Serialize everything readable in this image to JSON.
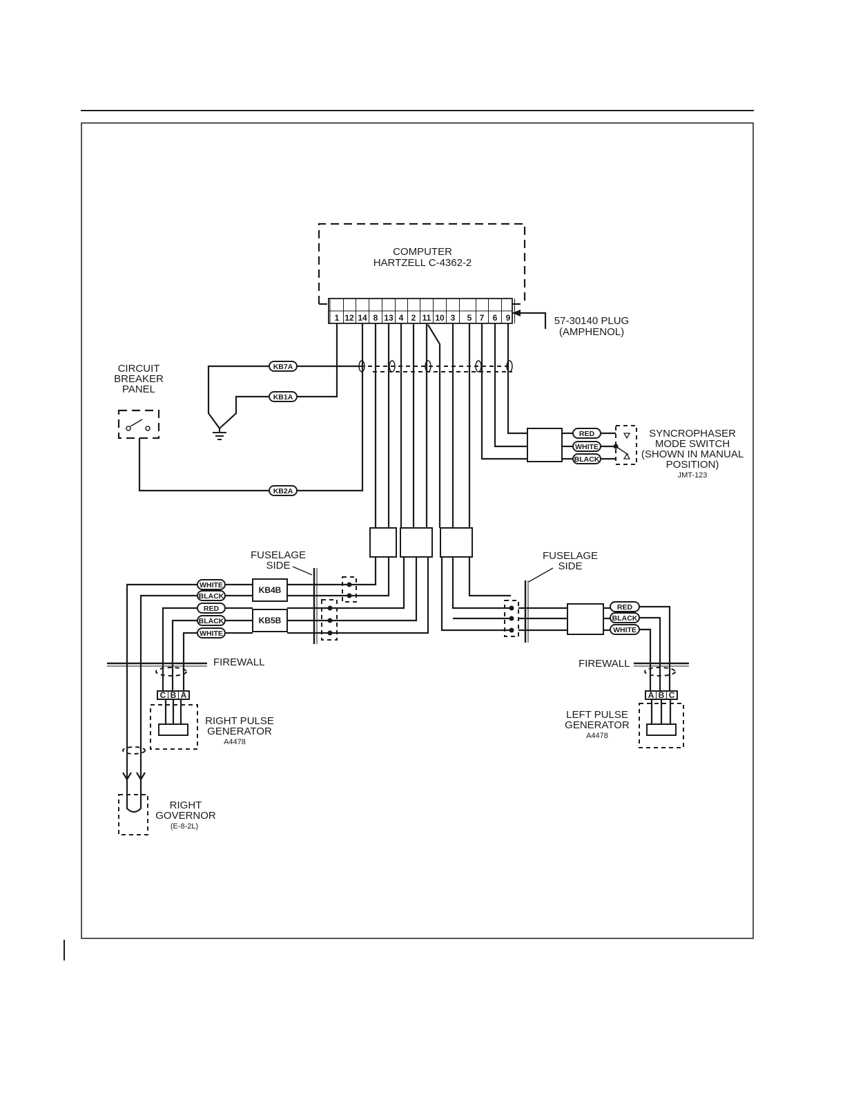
{
  "computer": {
    "line1": "COMPUTER",
    "line2": "HARTZELL C-4362-2"
  },
  "plug": {
    "line1": "57-30140 PLUG",
    "line2": "(AMPHENOL)",
    "pins": [
      "1",
      "12",
      "14",
      "8",
      "13",
      "4",
      "2",
      "11",
      "10",
      "3",
      "5",
      "7",
      "6",
      "9"
    ]
  },
  "circuit_breaker": {
    "line1": "CIRCUIT",
    "line2": "BREAKER",
    "line3": "PANEL"
  },
  "wires": {
    "kb7a": "KB7A",
    "kb1a": "KB1A",
    "kb2a": "KB2A",
    "kb4b": "KB4B",
    "kb5b": "KB5B"
  },
  "sync_switch": {
    "line1": "SYNCROPHASER",
    "line2": "MODE SWITCH",
    "line3": "(SHOWN IN MANUAL",
    "line4": "POSITION)",
    "part": "JMT-123",
    "colors": [
      "RED",
      "WHITE",
      "BLACK"
    ]
  },
  "fuselage_left": {
    "line1": "FUSELAGE",
    "line2": "SIDE"
  },
  "fuselage_right": {
    "line1": "FUSELAGE",
    "line2": "SIDE"
  },
  "left_wire_colors": [
    "WHITE",
    "BLACK",
    "RED",
    "BLACK",
    "WHITE"
  ],
  "right_wire_colors": [
    "RED",
    "BLACK",
    "WHITE"
  ],
  "firewall_left": "FIREWALL",
  "firewall_right": "FIREWALL",
  "right_pulse": {
    "line1": "RIGHT PULSE",
    "line2": "GENERATOR",
    "part": "A4478",
    "pins": [
      "C",
      "B",
      "A"
    ]
  },
  "left_pulse": {
    "line1": "LEFT PULSE",
    "line2": "GENERATOR",
    "part": "A4478",
    "pins": [
      "A",
      "B",
      "C"
    ]
  },
  "governor": {
    "line1": "RIGHT",
    "line2": "GOVERNOR",
    "part": "(E-8-2L)"
  }
}
